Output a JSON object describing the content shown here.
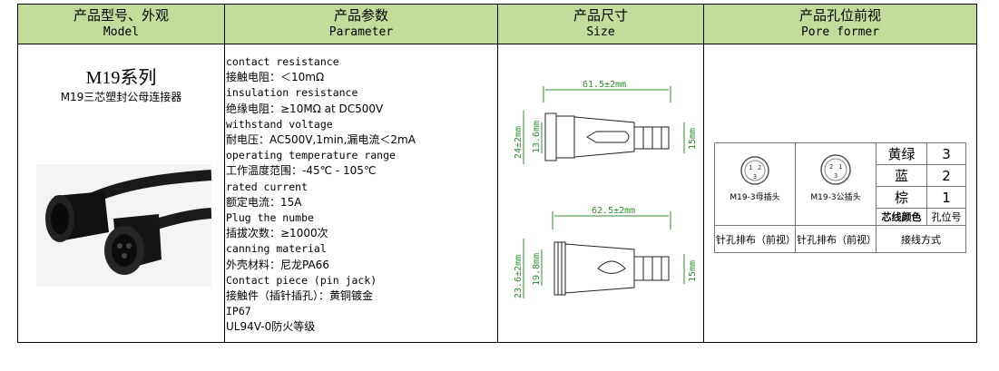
{
  "header": {
    "col1": {
      "zh": "产品型号、外观",
      "en": "Model"
    },
    "col2": {
      "zh": "产品参数",
      "en": "Parameter"
    },
    "col3": {
      "zh": "产品尺寸",
      "en": "Size"
    },
    "col4": {
      "zh": "产品孔位前视",
      "en": "Pore former"
    }
  },
  "model": {
    "title": "M19系列",
    "subtitle": "M19三芯塑封公母连接器"
  },
  "parameters": [
    {
      "en": "contact resistance",
      "zh": "接触电阻：＜10mΩ"
    },
    {
      "en": "insulation resistance",
      "zh": "绝缘电阻：≥10MΩ at DC500V"
    },
    {
      "en": "withstand voltage",
      "zh": "耐电压：AC500V,1min,漏电流＜2mA"
    },
    {
      "en": "operating temperature range",
      "zh": "工作温度范围：-45℃ - 105℃"
    },
    {
      "en": "rated current",
      "zh": "额定电流：15A"
    },
    {
      "en": "Plug the numbe",
      "zh": "插拔次数：≥1000次"
    },
    {
      "en": "canning material",
      "zh": "外壳材料：尼龙PA66"
    },
    {
      "en": "Contact piece (pin jack)",
      "zh": "接触件（插针插孔）：黄铜镀金"
    }
  ],
  "rating": {
    "ip": "IP67",
    "fire": "UL94V-0防火等级"
  },
  "size": {
    "top": {
      "length": "61.5±2mm",
      "dia_outer": "24±2mm",
      "dia_inner": "13.6mm",
      "dia_cable": "15mm"
    },
    "bottom": {
      "length": "62.5±2mm",
      "dia_outer": "23.6±2mm",
      "dia_inner": "19.8mm",
      "dia_cable": "15mm"
    }
  },
  "pore": {
    "female_label": "M19-3母插头",
    "male_label": "M19-3公插头",
    "female_pins": [
      "1",
      "2",
      "3"
    ],
    "male_pins": [
      "1",
      "2",
      "3"
    ],
    "wires": [
      {
        "color": "黄绿",
        "pin": "3"
      },
      {
        "color": "蓝",
        "pin": "2"
      },
      {
        "color": "棕",
        "pin": "1"
      }
    ],
    "col_color": "芯线颜色",
    "col_pin": "孔位号",
    "female_caption": "针孔排布（前视）",
    "male_caption": "针孔排布（前视）",
    "wiring_caption": "接线方式"
  },
  "colors": {
    "header_bg": "#c3dc9b",
    "dimension_green": "#2f8f2f"
  }
}
